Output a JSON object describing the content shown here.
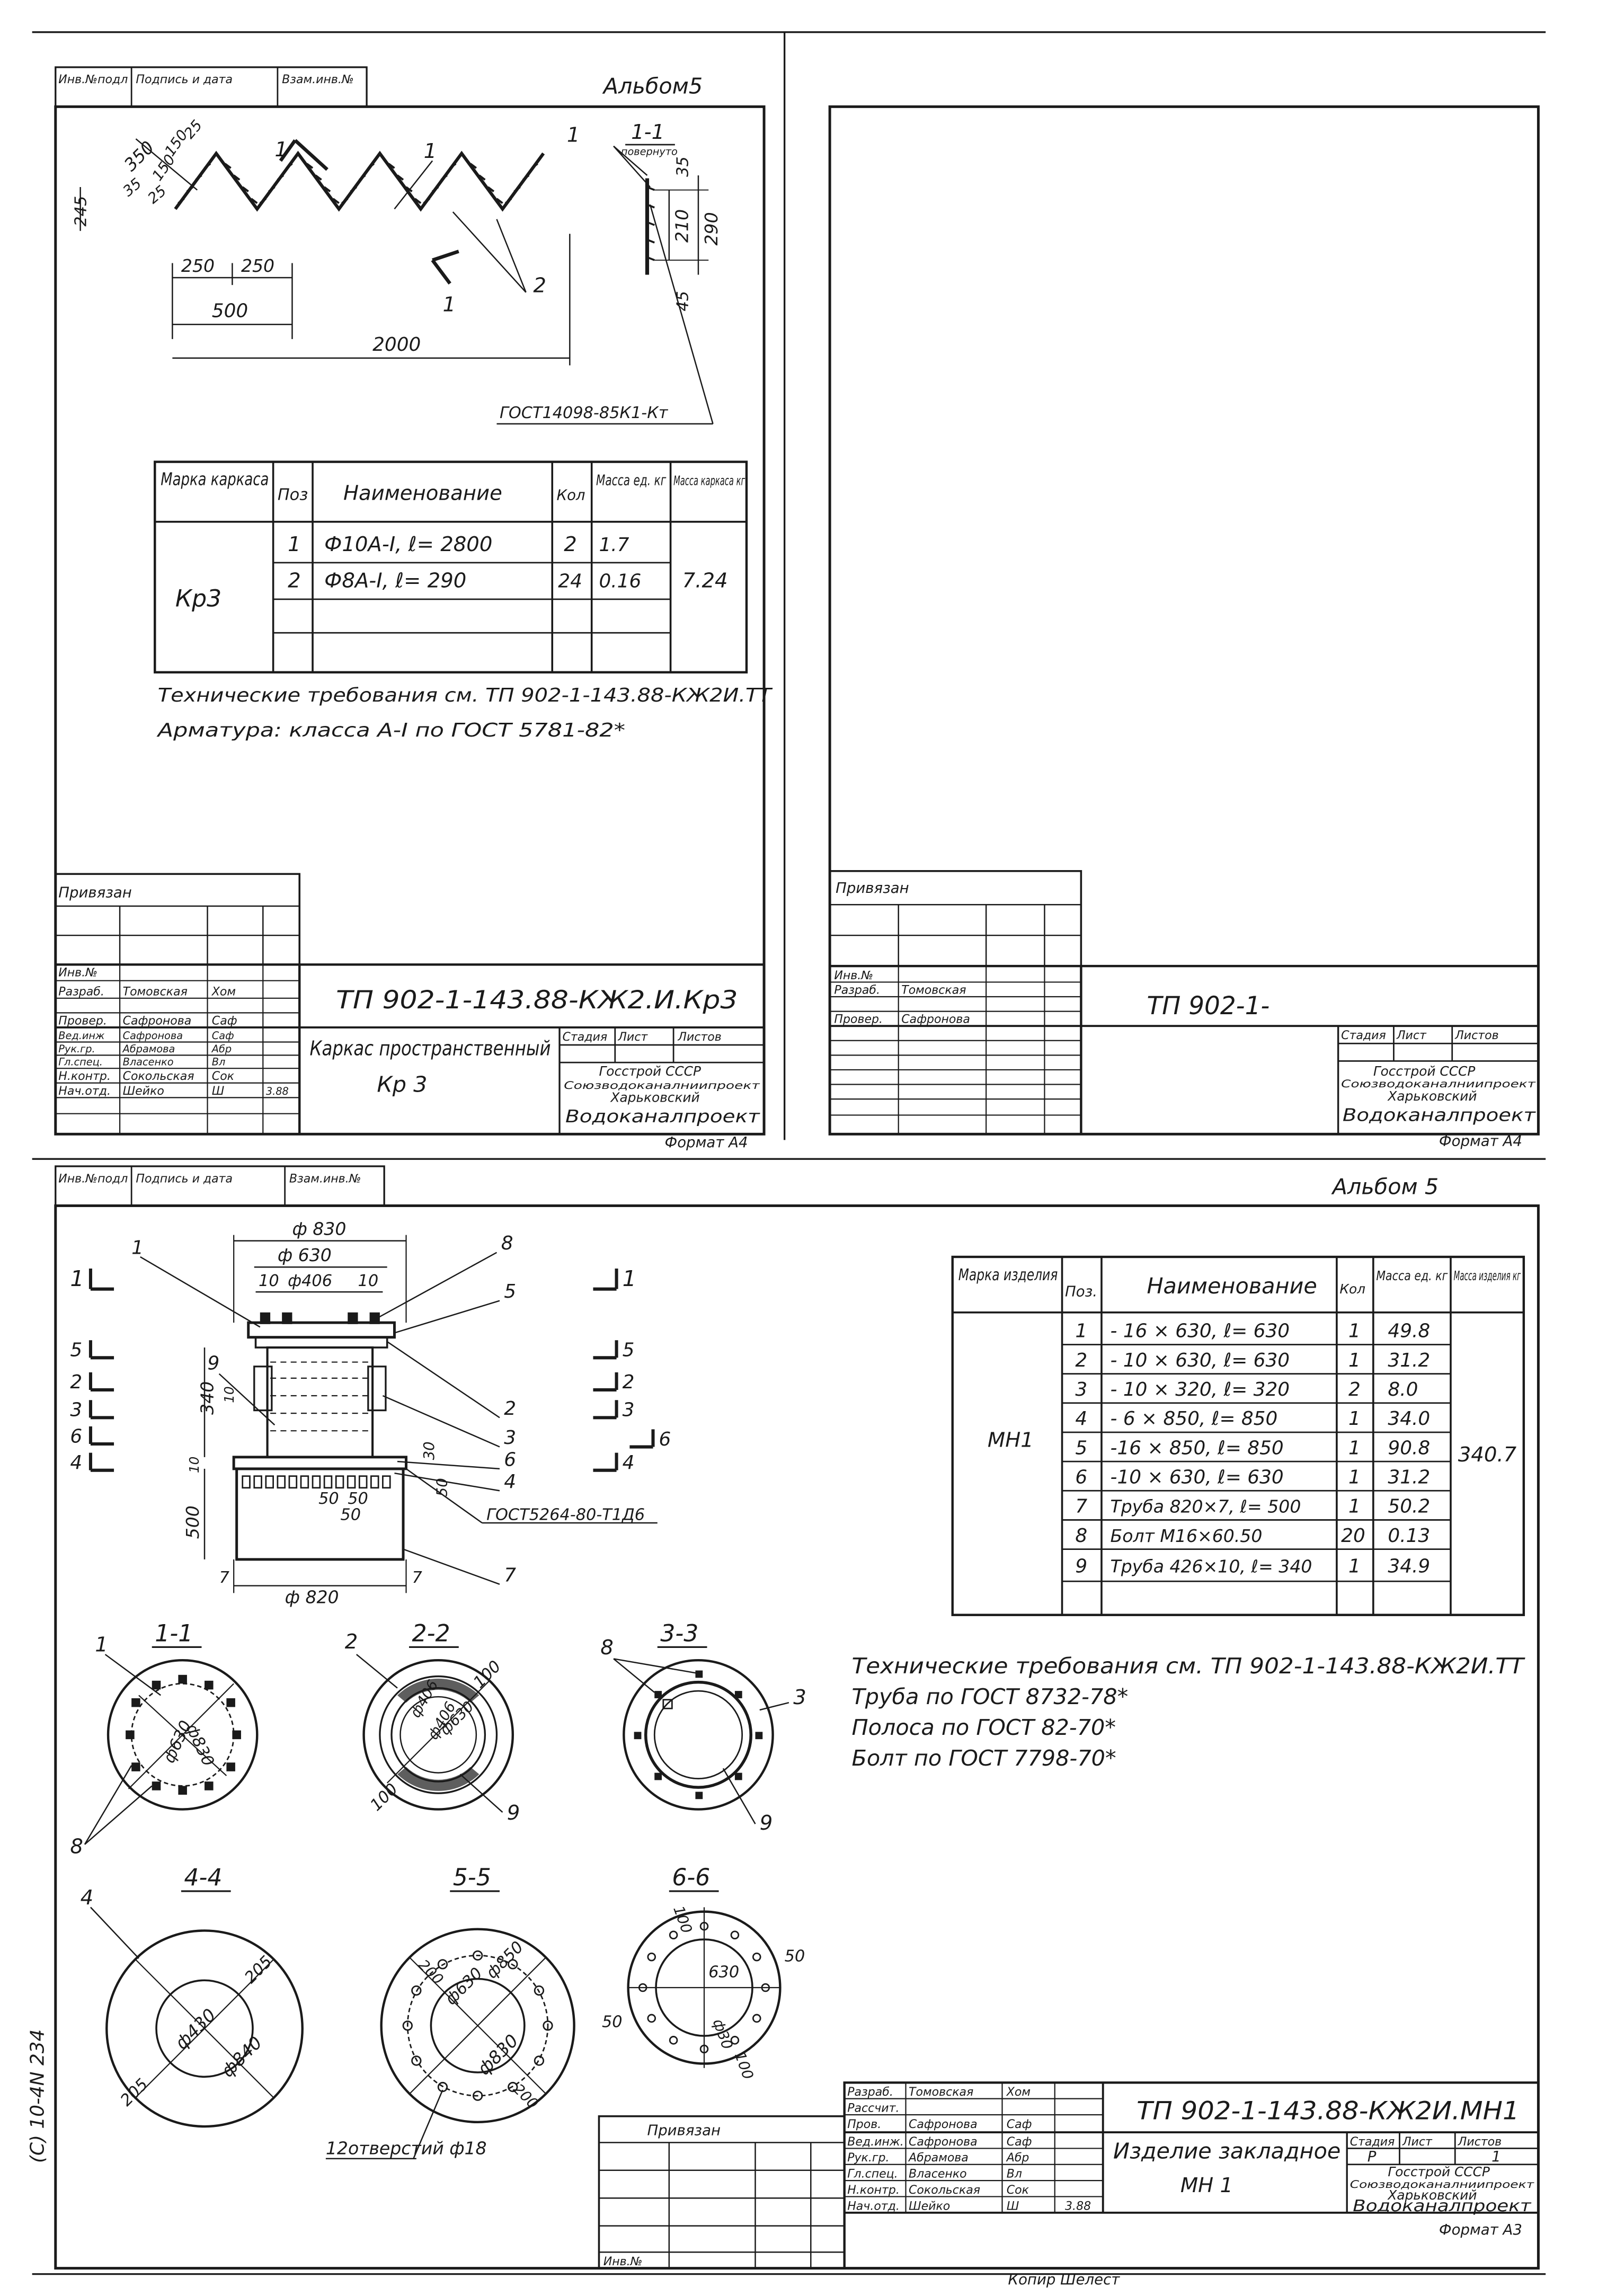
{
  "stamp_left": "(C)  10-4N 234",
  "sheet1": {
    "album": "Альбом5",
    "stamp_cells": [
      "Инв.№подл",
      "Подпись и дата",
      "Взам.инв.№"
    ],
    "labels": {
      "marker_1": "1",
      "marker_2": "2",
      "section": "1-1",
      "section_note": "повернуто",
      "gost_note": "ГОСТ14098-85К1-Кт"
    },
    "dims": {
      "d350": "350",
      "d150a": "150",
      "d25a": "25",
      "d150b": "150",
      "d35a": "35",
      "d25b": "25",
      "d245": "245",
      "d250a": "250",
      "d250b": "250",
      "d500": "500",
      "d2000": "2000",
      "d35b": "35",
      "d210": "210",
      "d290": "290",
      "d45": "45"
    },
    "table": {
      "headers": [
        "Марка каркаса",
        "Поз",
        "Наименование",
        "Кол",
        "Масса ед. кг",
        "Масса каркаса кг"
      ],
      "mark": "Кр3",
      "rows": [
        {
          "pos": "1",
          "name": "Ф10А-I, ℓ= 2800",
          "qty": "2",
          "unit_mass": "1.7"
        },
        {
          "pos": "2",
          "name": "Ф8А-I, ℓ= 290",
          "qty": "24",
          "unit_mass": "0.16"
        }
      ],
      "total_mass": "7.24"
    },
    "notes": [
      "Технические требования см. ТП 902-1-143.88-КЖ2И.ТТ",
      "Арматура: класса А-I по ГОСТ 5781-82*"
    ],
    "title_block": {
      "privyazan": "Привязан",
      "inv": "Инв.№",
      "code": "ТП 902-1-143.88-КЖ2.И.Кр3",
      "title": "Каркас пространственный",
      "subtitle": "Кр 3",
      "stage_headers": [
        "Стадия",
        "Лист",
        "Листов"
      ],
      "org": [
        "Госстрой СССР",
        "Союзводоканалниипроект",
        "Харьковский",
        "Водоканалпроект"
      ],
      "format": "Формат А4",
      "people": [
        {
          "role": "Разраб.",
          "name": "Томовская",
          "sig": "Хом"
        },
        {
          "role": "Провер.",
          "name": "Сафронова",
          "sig": "Саф"
        },
        {
          "role": "Вед.инж",
          "name": "Сафронова",
          "sig": "Саф"
        },
        {
          "role": "Рук.гр.",
          "name": "Абрамова",
          "sig": "Абр"
        },
        {
          "role": "Гл.спец.",
          "name": "Власенко",
          "sig": "Вл"
        },
        {
          "role": "Н.контр.",
          "name": "Сокольская",
          "sig": "Сок"
        },
        {
          "role": "Нач.отд.",
          "name": "Шейко",
          "sig": "Ш"
        }
      ],
      "date": "3.88"
    }
  },
  "sheet2": {
    "title_block": {
      "privyazan": "Привязан",
      "inv": "Инв.№",
      "code": "ТП 902-1-",
      "stage_headers": [
        "Стадия",
        "Лист",
        "Листов"
      ],
      "org": [
        "Госстрой СССР",
        "Союзводоканалниипроект",
        "Харьковский",
        "Водоканалпроект"
      ],
      "format": "Формат А4",
      "people": [
        {
          "role": "Разраб.",
          "name": "Томовская"
        },
        {
          "role": "Провер.",
          "name": "Сафронова"
        }
      ]
    }
  },
  "sheet3": {
    "album": "Альбом 5",
    "stamp_cells": [
      "Инв.№подл",
      "Подпись и дата",
      "Взам.инв.№"
    ],
    "elevation": {
      "dims": {
        "d830": "ф 830",
        "d630": "ф 630",
        "d406": "ф406",
        "d10a": "10",
        "d10b": "10",
        "d820": "ф 820",
        "d340": "340",
        "d500": "500",
        "d10c": "10",
        "d10d": "10",
        "d30": "30",
        "d50a": "50",
        "d50b": "50",
        "d50c": "50",
        "d7a": "7",
        "d7b": "7"
      },
      "callouts": [
        "1",
        "8",
        "5",
        "9",
        "2",
        "3",
        "6",
        "4",
        "7"
      ],
      "gost": "ГОСТ5264-80-Т1Д6",
      "section_marks": {
        "left": [
          "1",
          "5",
          "2",
          "3",
          "6",
          "4"
        ],
        "right": [
          "1",
          "5",
          "2",
          "3",
          "6",
          "4"
        ]
      }
    },
    "sections": [
      {
        "title": "1-1",
        "dims": [
          "ф630",
          "ф830"
        ],
        "callouts": [
          "1",
          "8"
        ]
      },
      {
        "title": "2-2",
        "dims": [
          "100",
          "ф406",
          "ф630",
          "100",
          "ф406"
        ],
        "callouts": [
          "2",
          "9"
        ]
      },
      {
        "title": "3-3",
        "dims": [],
        "callouts": [
          "8",
          "3",
          "9"
        ]
      },
      {
        "title": "4-4",
        "dims": [
          "ф430",
          "ф840",
          "205",
          "205"
        ],
        "callouts": [
          "4"
        ]
      },
      {
        "title": "5-5",
        "dims": [
          "ф630",
          "ф850",
          "ф830",
          "200",
          "200"
        ],
        "callouts": [
          "12отверстий ф18"
        ]
      },
      {
        "title": "6-6",
        "dims": [
          "630",
          "ф30",
          "50",
          "50",
          "100",
          "100"
        ],
        "callouts": []
      }
    ],
    "table": {
      "headers": [
        "Марка изделия",
        "Поз.",
        "Наименование",
        "Кол",
        "Масса ед. кг",
        "Масса изделия кг"
      ],
      "mark": "МН1",
      "rows": [
        {
          "pos": "1",
          "name": "- 16 × 630, ℓ= 630",
          "qty": "1",
          "unit_mass": "49.8"
        },
        {
          "pos": "2",
          "name": "- 10 × 630, ℓ= 630",
          "qty": "1",
          "unit_mass": "31.2"
        },
        {
          "pos": "3",
          "name": "- 10 × 320, ℓ= 320",
          "qty": "2",
          "unit_mass": "8.0"
        },
        {
          "pos": "4",
          "name": "- 6 × 850, ℓ= 850",
          "qty": "1",
          "unit_mass": "34.0"
        },
        {
          "pos": "5",
          "name": "-16 × 850, ℓ= 850",
          "qty": "1",
          "unit_mass": "90.8"
        },
        {
          "pos": "6",
          "name": "-10 × 630, ℓ= 630",
          "qty": "1",
          "unit_mass": "31.2"
        },
        {
          "pos": "7",
          "name": "Труба 820×7, ℓ= 500",
          "qty": "1",
          "unit_mass": "50.2"
        },
        {
          "pos": "8",
          "name": "Болт М16×60.50",
          "qty": "20",
          "unit_mass": "0.13"
        },
        {
          "pos": "9",
          "name": "Труба 426×10, ℓ= 340",
          "qty": "1",
          "unit_mass": "34.9"
        }
      ],
      "total_mass": "340.7"
    },
    "notes": [
      "Технические требования см. ТП 902-1-143.88-КЖ2И.ТТ",
      "Труба по ГОСТ  8732-78*",
      "Полоса по ГОСТ  82-70*",
      "Болт по ГОСТ  7798-70*"
    ],
    "title_block": {
      "privyazan": "Привязан",
      "inv": "Инв.№",
      "code": "ТП 902-1-143.88-КЖ2И.МН1",
      "title": "Изделие закладное",
      "subtitle": "МН 1",
      "stage_headers": [
        "Стадия",
        "Лист",
        "Листов"
      ],
      "stage_values": [
        "Р",
        "",
        "1"
      ],
      "org": [
        "Госстрой СССР",
        "Союзводоканалниипроект",
        "Харьковский",
        "Водоканалпроект"
      ],
      "format": "Формат А3",
      "people": [
        {
          "role": "Разраб.",
          "name": "Томовская",
          "sig": "Хом"
        },
        {
          "role": "Рассчит.",
          "name": "",
          "sig": ""
        },
        {
          "role": "Пров.",
          "name": "Сафронова",
          "sig": "Саф"
        },
        {
          "role": "Вед.инж.",
          "name": "Сафронова",
          "sig": "Саф"
        },
        {
          "role": "Рук.гр.",
          "name": "Абрамова",
          "sig": "Абр"
        },
        {
          "role": "Гл.спец.",
          "name": "Власенко",
          "sig": "Вл"
        },
        {
          "role": "Н.контр.",
          "name": "Сокольская",
          "sig": "Сок"
        },
        {
          "role": "Нач.отд.",
          "name": "Шейко",
          "sig": "Ш"
        }
      ],
      "date": "3.88",
      "copied": "Копир Шелест"
    }
  }
}
